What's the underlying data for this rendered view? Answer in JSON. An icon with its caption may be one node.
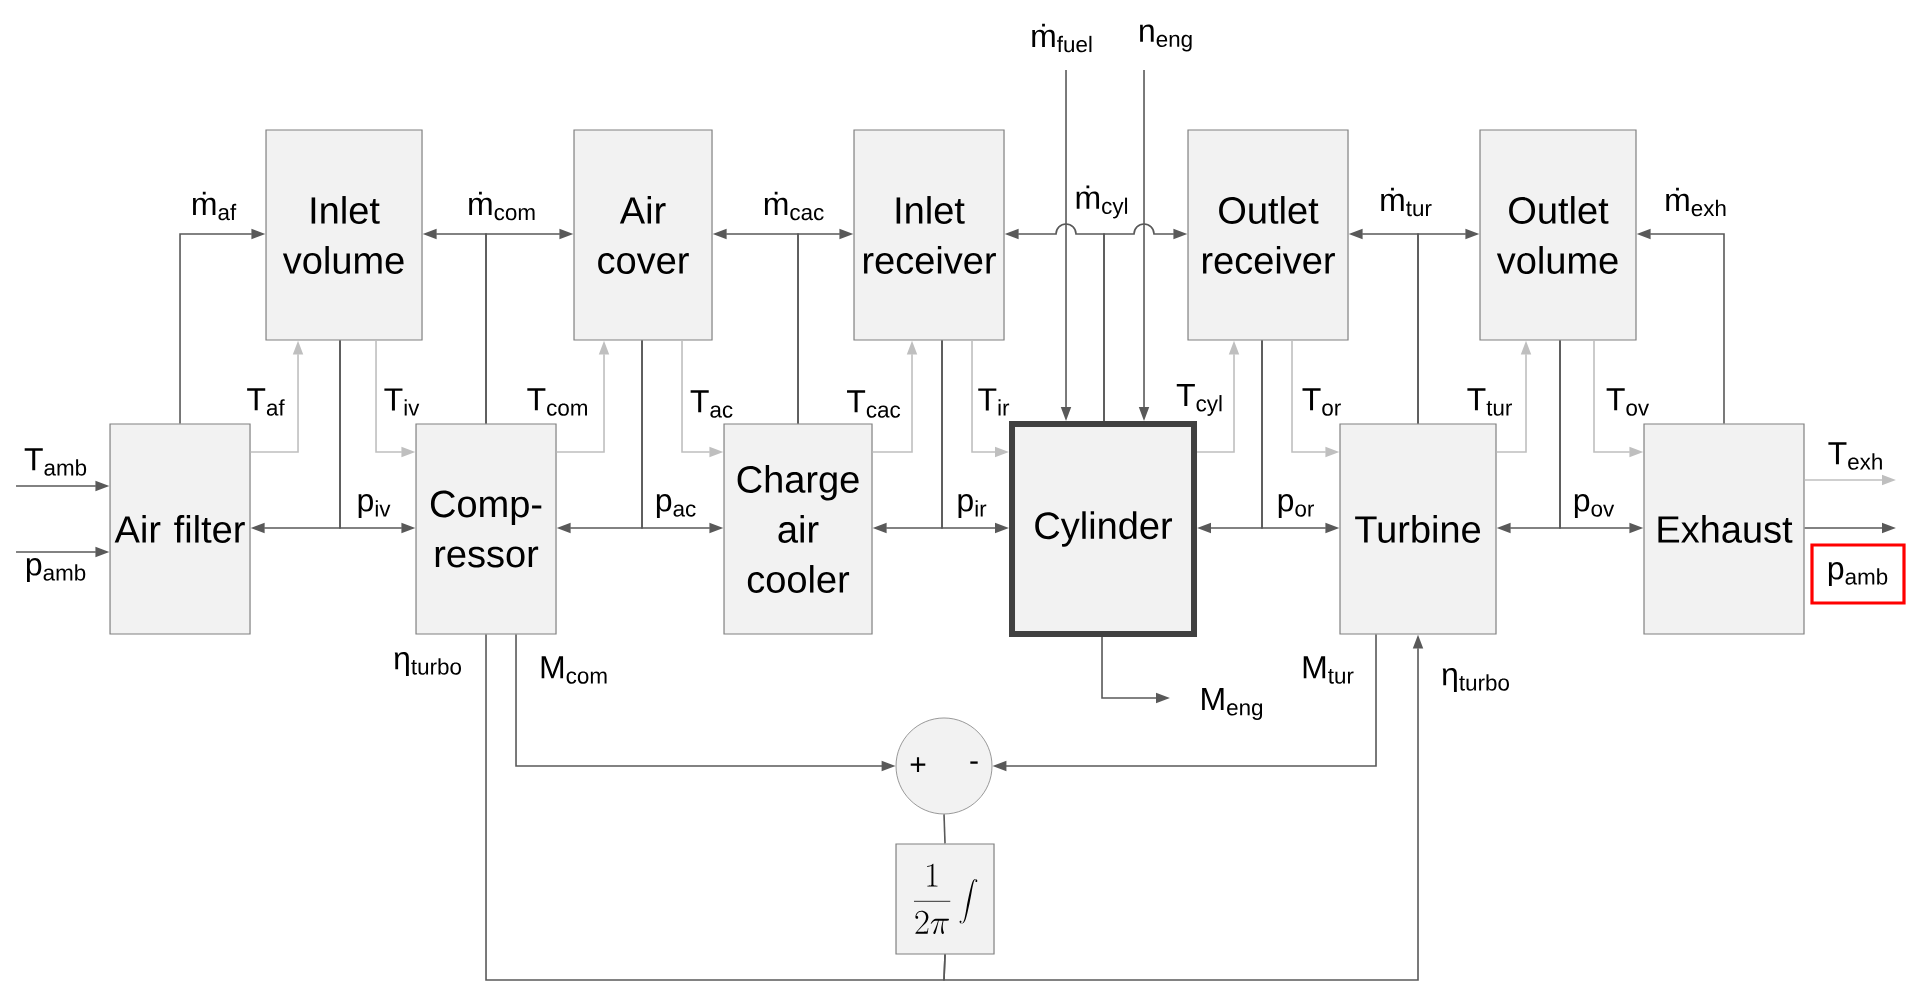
{
  "diagram": {
    "nodes": [
      {
        "text": [
          "Inlet volume"
        ]
      },
      {
        "text": [
          "Air cover"
        ]
      },
      {
        "text": [
          "Inlet receiver"
        ]
      },
      {
        "text": [
          "Outlet receiver"
        ]
      },
      {
        "text": [
          "Outlet volume"
        ]
      },
      {
        "text": [
          "Air filter"
        ]
      },
      {
        "text": [
          "Comp- ressor"
        ]
      },
      {
        "text": [
          "Charge air cooler"
        ]
      },
      {
        "text": [
          "Cylinder"
        ]
      },
      {
        "text": [
          "Turbine"
        ]
      },
      {
        "text": [
          "Exhaust"
        ]
      },
      {
        "text": [
          "+",
          "-"
        ]
      },
      {
        "text": [
          "\\frac{1}{2\\pi}\\int"
        ]
      }
    ],
    "edges": [
      {
        "from": null,
        "to": 5,
        "arrow": "to",
        "label": "T$_{amb}$"
      },
      {
        "from": null,
        "to": 5,
        "arrow": "to",
        "label": "p$_{amb}$"
      },
      {
        "from": 5,
        "to": 0,
        "arrow": "to",
        "label": "ṁ$_{af}$"
      },
      {
        "from": 5,
        "to": 0,
        "arrow": "to",
        "label": "T$_{af}$",
        "color": "#bfbfbf"
      },
      {
        "from": 0,
        "to": 5,
        "arrow": "to"
      },
      {
        "from": 0,
        "to": 6,
        "arrow": "to",
        "label": "p$_{iv}$"
      },
      {
        "from": 0,
        "to": 6,
        "arrow": "to",
        "label": "T$_{iv}$",
        "color": "#bfbfbf"
      },
      {
        "from": 6,
        "to": 0,
        "arrow": "to",
        "label": "ṁ$_{com}$"
      },
      {
        "from": 6,
        "to": 1,
        "arrow": "to"
      },
      {
        "from": 6,
        "to": 1,
        "arrow": "to",
        "label": "T$_{com}$",
        "color": "#bfbfbf"
      },
      {
        "from": 1,
        "to": 6,
        "arrow": "to"
      },
      {
        "from": 1,
        "to": 7,
        "arrow": "to",
        "label": "p$_{ac}$"
      },
      {
        "from": 1,
        "to": 7,
        "arrow": "to",
        "label": "T$_{ac}$",
        "color": "#bfbfbf"
      },
      {
        "from": 7,
        "to": 1,
        "arrow": "to",
        "label": "ṁ$_{cac}$"
      },
      {
        "from": 7,
        "to": 2,
        "arrow": "to"
      },
      {
        "from": 7,
        "to": 2,
        "arrow": "to",
        "label": "T$_{cac}$",
        "color": "#bfbfbf"
      },
      {
        "from": 2,
        "to": 7,
        "arrow": "to"
      },
      {
        "from": 2,
        "to": 8,
        "arrow": "to",
        "label": "p$_{ir}$"
      },
      {
        "from": 2,
        "to": 8,
        "arrow": "to",
        "label": "T$_{ir}$",
        "color": "#bfbfbf"
      },
      {
        "from": null,
        "to": 8,
        "arrow": "to",
        "label": "ṁ$_{fuel}$"
      },
      {
        "from": null,
        "to": 8,
        "arrow": "to",
        "label": "n$_{eng}$"
      },
      {
        "from": 8,
        "to": 2,
        "arrow": "to",
        "label": "ṁ$_{cyl}$"
      },
      {
        "from": 8,
        "to": 3,
        "arrow": "to"
      },
      {
        "from": 8,
        "to": 3,
        "arrow": "to",
        "label": "T$_{cyl}$",
        "color": "#bfbfbf"
      },
      {
        "from": 3,
        "to": 8,
        "arrow": "to"
      },
      {
        "from": 3,
        "to": 9,
        "arrow": "to",
        "label": "p$_{or}$"
      },
      {
        "from": 3,
        "to": 9,
        "arrow": "to",
        "label": "T$_{or}$",
        "color": "#bfbfbf"
      },
      {
        "from": 9,
        "to": 3,
        "arrow": "to",
        "label": "ṁ$_{tur}$"
      },
      {
        "from": 9,
        "to": 4,
        "arrow": "to"
      },
      {
        "from": 9,
        "to": 4,
        "arrow": "to",
        "label": "T$_{tur}$",
        "color": "#bfbfbf"
      },
      {
        "from": 4,
        "to": 9,
        "arrow": "to"
      },
      {
        "from": 4,
        "to": 10,
        "arrow": "to",
        "label": "p$_{ov}$"
      },
      {
        "from": 4,
        "to": 10,
        "arrow": "to",
        "label": "T$_{ov}$",
        "color": "#bfbfbf"
      },
      {
        "from": 10,
        "to": 4,
        "arrow": "to",
        "label": "ṁ$_{exh}$"
      },
      {
        "from": 10,
        "to": null,
        "arrow": "to",
        "label": "T$_{exh}$",
        "color": "#bfbfbf"
      },
      {
        "from": 10,
        "to": null,
        "arrow": "to",
        "label": "p$_{amb}$"
      },
      {
        "from": 8,
        "to": null,
        "arrow": "to",
        "label": "M$_{eng}$"
      },
      {
        "from": 6,
        "to": 11,
        "arrow": "to",
        "label": "M$_{com}$"
      },
      {
        "from": 9,
        "to": 11,
        "arrow": "to",
        "label": "M$_{tur}$"
      },
      {
        "from": 11,
        "to": 12,
        "arrow": "none"
      },
      {
        "from": 12,
        "to": 6,
        "arrow": "none",
        "label": "η$_{turbo}$"
      },
      {
        "from": 12,
        "to": 9,
        "arrow": "to",
        "label": "η$_{turbo}$"
      }
    ]
  }
}
